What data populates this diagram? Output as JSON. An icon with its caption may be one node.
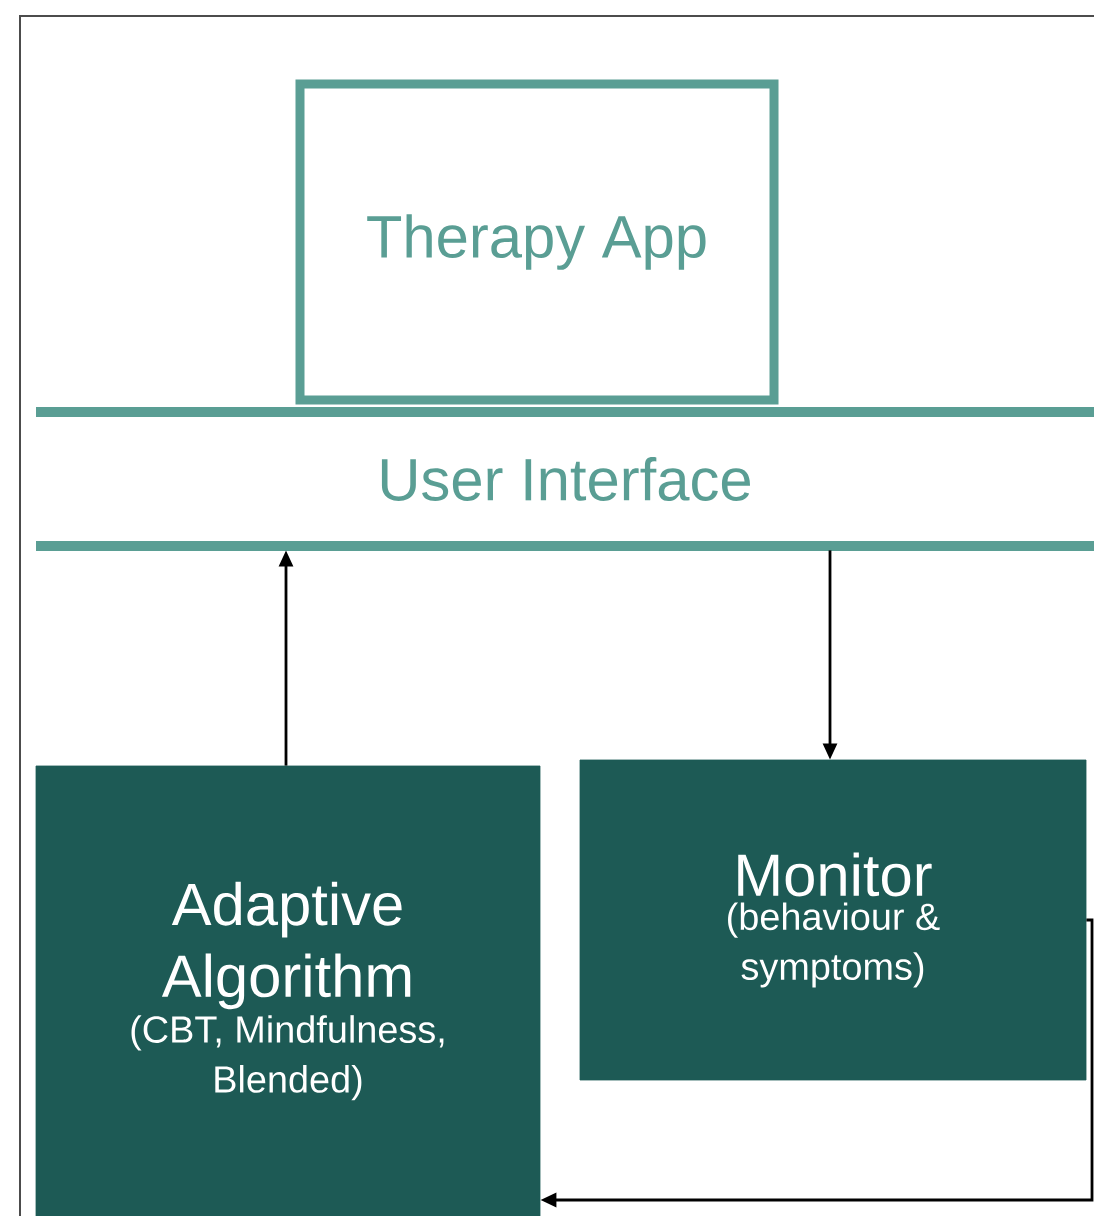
{
  "diagram": {
    "nodes": [
      {
        "text": [
          "Therapy App"
        ]
      },
      {
        "text": [
          "User Interface"
        ]
      },
      {
        "text": [
          "Adaptive Algorithm",
          "(CBT, Mindfulness, Blended)"
        ]
      },
      {
        "text": [
          "Monitor",
          "(behaviour & symptoms)"
        ]
      }
    ],
    "edges": [
      {
        "from": 2,
        "to": 1,
        "arrow": "to"
      },
      {
        "from": 1,
        "to": 3,
        "arrow": "to"
      },
      {
        "from": 3,
        "to": 2,
        "arrow": "to"
      }
    ]
  }
}
